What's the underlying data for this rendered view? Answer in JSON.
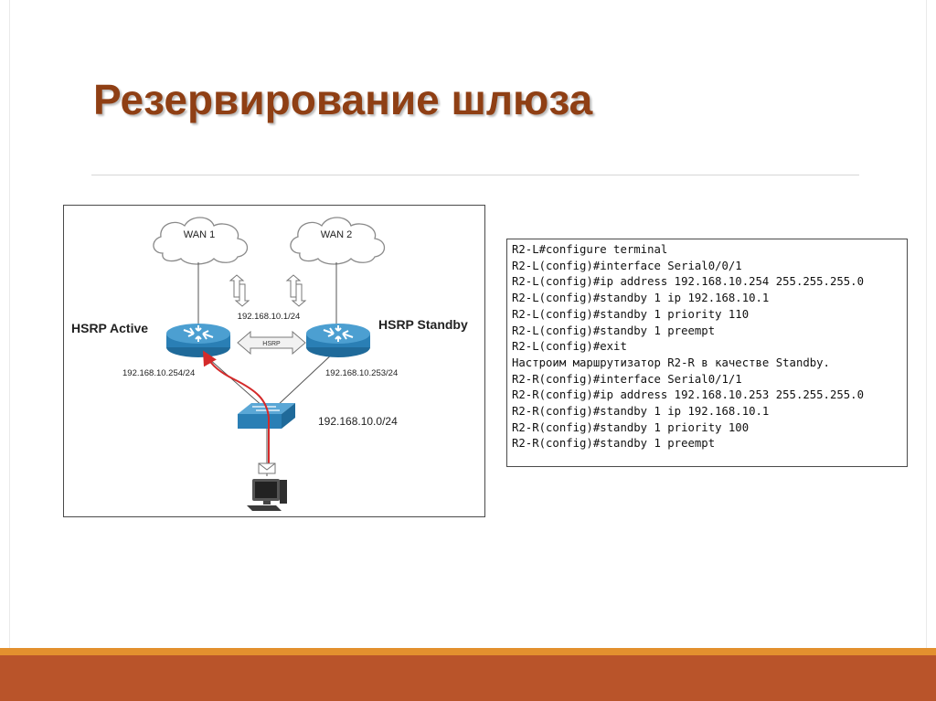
{
  "slide": {
    "title": "Резервирование шлюза"
  },
  "diagram": {
    "wan1_label": "WAN 1",
    "wan2_label": "WAN 2",
    "hsrp_active_label": "HSRP Active",
    "hsrp_standby_label": "HSRP Standby",
    "virtual_ip": "192.168.10.1/24",
    "hsrp_link_label": "HSRP",
    "active_ip": "192.168.10.254/24",
    "standby_ip": "192.168.10.253/24",
    "lan_subnet": "192.168.10.0/24",
    "colors": {
      "router": "#2a7fb5",
      "cloud_stroke": "#7a7a7a",
      "traffic_arrow": "#d42a2a"
    }
  },
  "config": {
    "lines": [
      "R2-L#configure terminal",
      "R2-L(config)#interface Serial0/0/1",
      "R2-L(config)#ip address 192.168.10.254 255.255.255.0",
      "R2-L(config)#standby 1 ip 192.168.10.1",
      "R2-L(config)#standby 1 priority 110",
      "R2-L(config)#standby 1 preempt",
      "R2-L(config)#exit",
      "Настроим маршрутизатор R2-R в качестве Standby.",
      "R2-R(config)#interface Serial0/1/1",
      "R2-R(config)#ip address 192.168.10.253 255.255.255.0",
      "R2-R(config)#standby 1 ip 192.168.10.1",
      "R2-R(config)#standby 1 priority 100",
      "R2-R(config)#standby 1 preempt"
    ]
  },
  "theme": {
    "title_color": "#8f3f14",
    "footer_color": "#b9542a",
    "footer_accent": "#e3902e"
  }
}
